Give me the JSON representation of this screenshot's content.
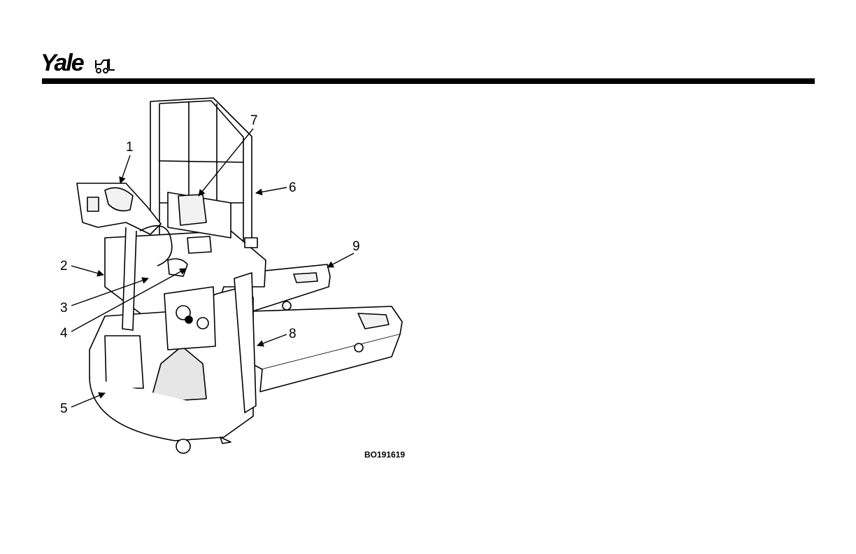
{
  "brand": {
    "name": "Yale"
  },
  "figure": {
    "code": "BO191619",
    "callouts": [
      "1",
      "2",
      "3",
      "4",
      "5",
      "6",
      "7",
      "8",
      "9"
    ]
  },
  "colors": {
    "ink": "#000000",
    "paper": "#ffffff",
    "shade": "#e6e6e6"
  }
}
